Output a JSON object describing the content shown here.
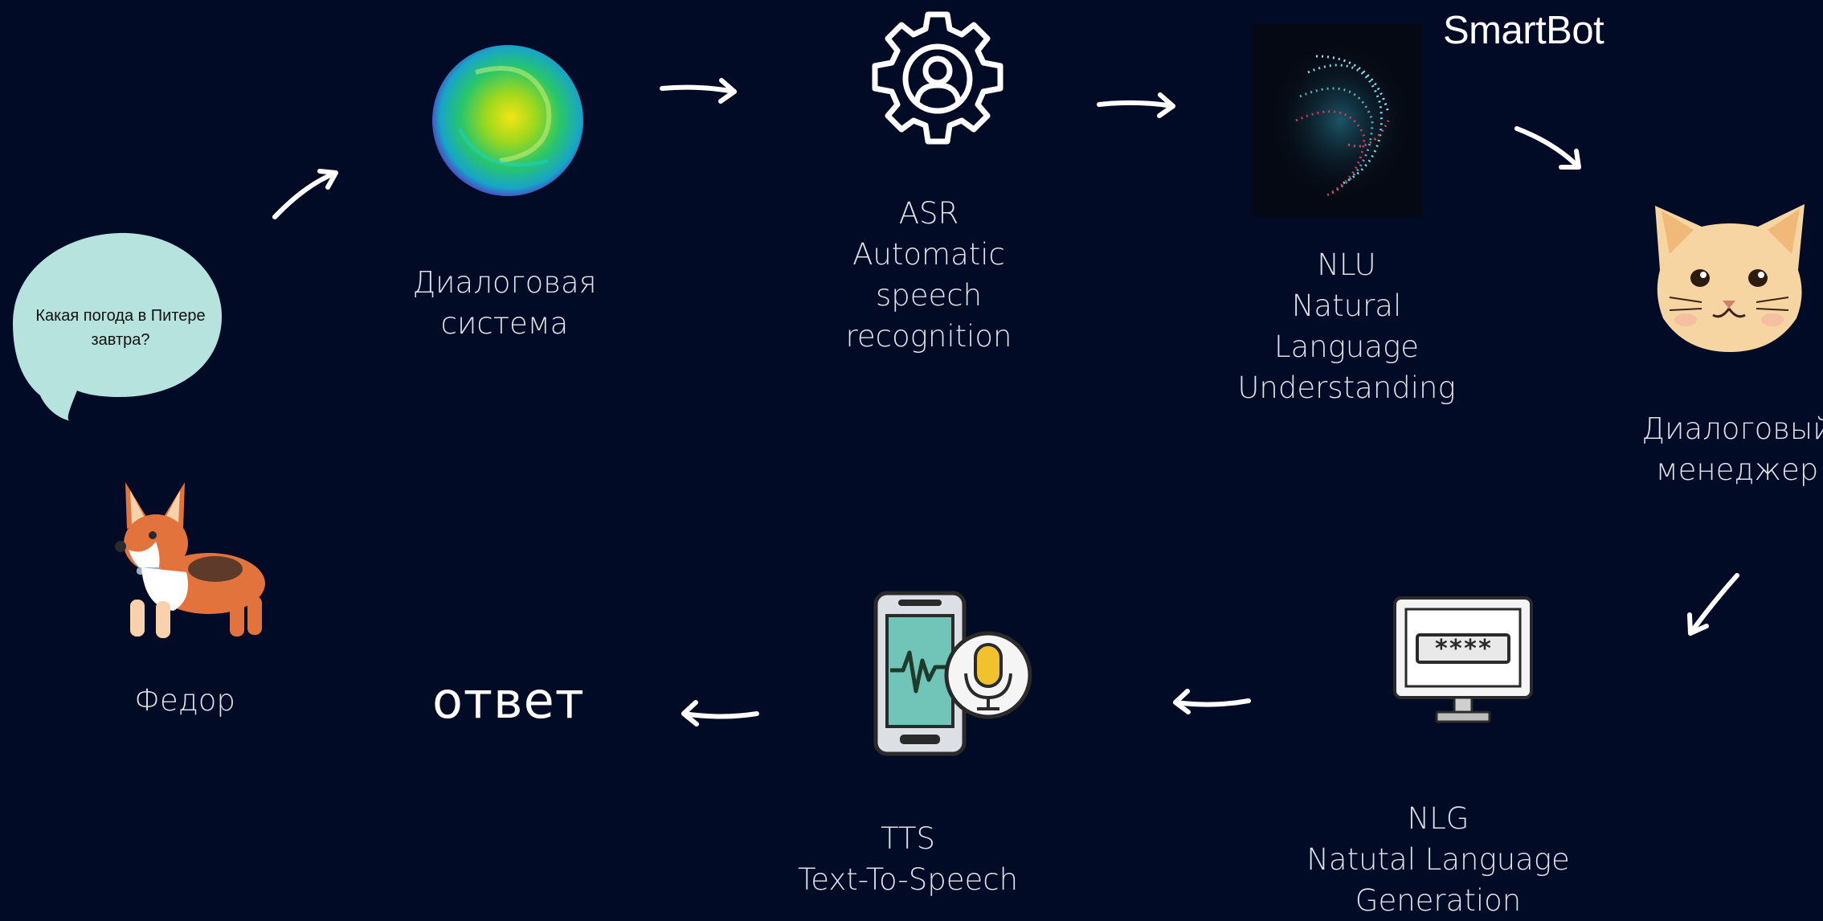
{
  "brand": "SmartBot",
  "bubble": {
    "text": "Какая погода в Питере завтра?"
  },
  "nodes": {
    "dialog_system": {
      "lines": [
        "Диалоговая",
        "система"
      ]
    },
    "asr": {
      "lines": [
        "ASR",
        "Automatic",
        "speech",
        "recognition"
      ]
    },
    "nlu": {
      "lines": [
        "NLU",
        "Natural",
        "Language",
        "Understanding"
      ]
    },
    "dialog_manager": {
      "lines": [
        "Диалоговый",
        "менеджер"
      ]
    },
    "nlg": {
      "lines": [
        "NLG",
        "Natutal Language",
        "Generation"
      ]
    },
    "tts": {
      "lines": [
        "TTS",
        "Text-To-Speech"
      ]
    },
    "user": {
      "lines": [
        "Федор"
      ]
    }
  },
  "answer": "ответ",
  "password_mask": "****",
  "icons": {
    "dialog_system": "gradient-orb-icon",
    "asr": "gear-user-icon",
    "nlu": "neural-head-icon",
    "dialog_manager": "cat-face-icon",
    "nlg": "monitor-password-icon",
    "tts": "phone-microphone-icon",
    "user": "corgi-icon"
  },
  "colors": {
    "background": "#020b26",
    "text": "#dfe3ea",
    "bubble": "#b6e3dd"
  }
}
